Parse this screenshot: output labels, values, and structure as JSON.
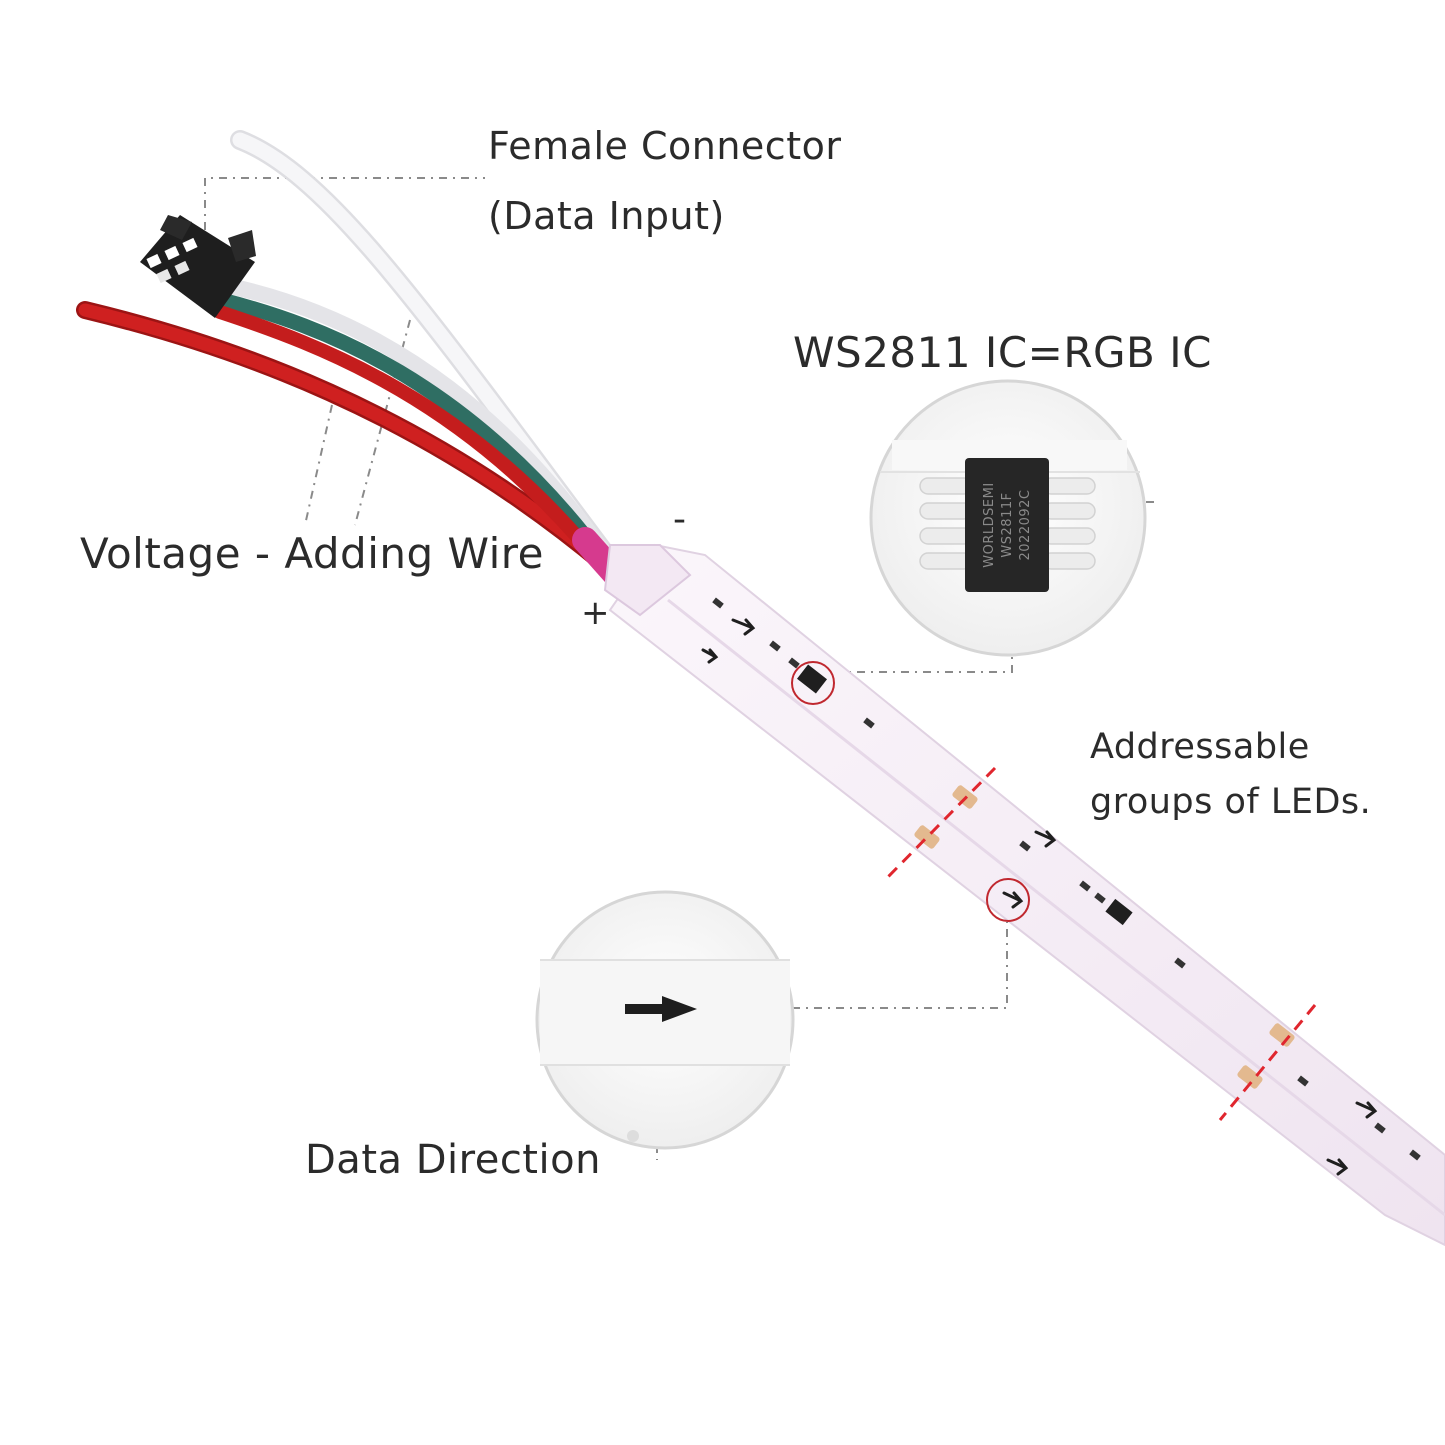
{
  "labels": {
    "female_connector_line1": "Female Connector",
    "female_connector_line2": "(Data Input)",
    "ic_title": "WS2811 IC=RGB IC",
    "voltage_wire": "Voltage - Adding Wire",
    "addressable_line1": "Addressable",
    "addressable_line2": "groups of LEDs.",
    "data_direction": "Data Direction",
    "minus_sign": "-",
    "plus_sign": "+"
  },
  "chip": {
    "line1": "WORLDSEMI",
    "line2": "WS2811F",
    "line3": "2022092C"
  },
  "colors": {
    "strip": "#f4ecf4",
    "strip_edge": "#e2d4e4",
    "wire_red": "#c81e1e",
    "wire_green": "#2f6e63",
    "wire_white": "#f2f2f4",
    "connector": "#1e1e1e",
    "callout_line": "#8a8a8a",
    "highlight_circle": "#c0282f",
    "cut_mark": "#e0262e"
  },
  "icons": {
    "chip_magnifier": "ic-zoom-circle",
    "arrow_magnifier": "arrow-zoom-circle",
    "connector": "jst-connector-icon"
  }
}
